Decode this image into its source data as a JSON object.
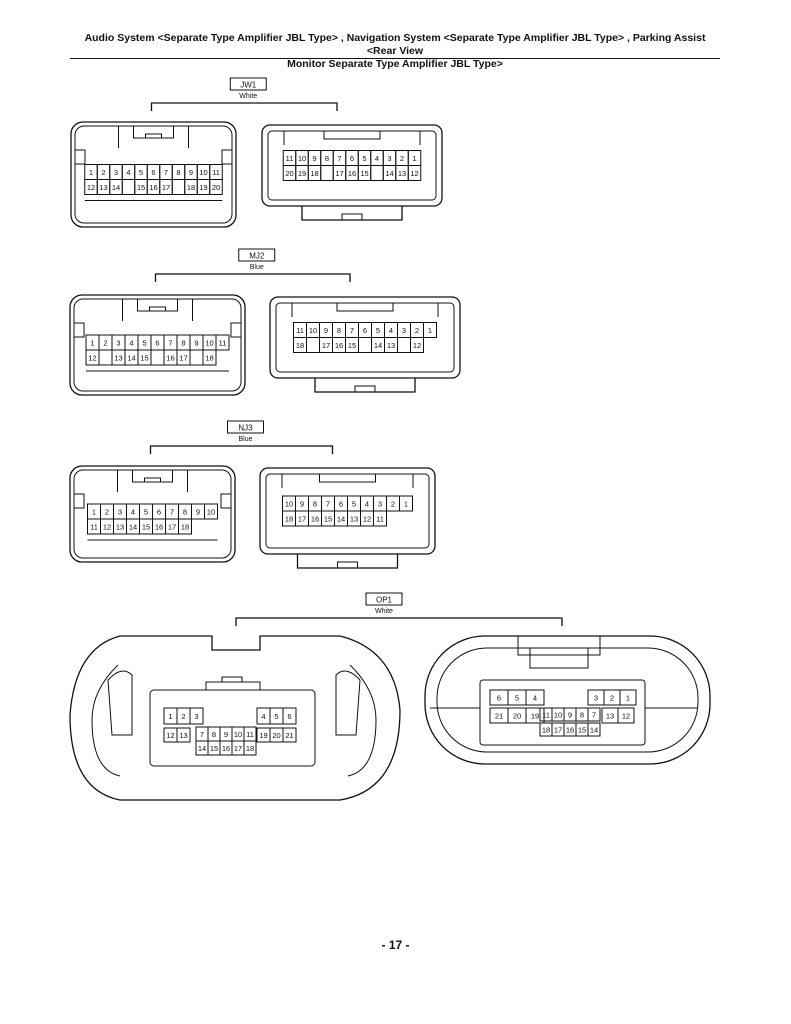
{
  "header": {
    "line1": "Audio System <Separate Type Amplifier JBL Type> , Navigation System <Separate Type Amplifier JBL Type> , Parking Assist <Rear View",
    "line2": "Monitor Separate Type Amplifier JBL Type>"
  },
  "page_number": "- 17 -",
  "connectors": [
    {
      "code": "JW1",
      "color": "White",
      "left_pins": [
        [
          "1",
          "2",
          "3",
          "4",
          "5",
          "6",
          "7",
          "8",
          "9",
          "10",
          "11"
        ],
        [
          "12",
          "13",
          "14",
          "",
          "15",
          "16",
          "17",
          "",
          "18",
          "19",
          "20"
        ]
      ],
      "right_pins": [
        [
          "11",
          "10",
          "9",
          "8",
          "7",
          "6",
          "5",
          "4",
          "3",
          "2",
          "1"
        ],
        [
          "20",
          "19",
          "18",
          "",
          "17",
          "16",
          "15",
          "",
          "14",
          "13",
          "12"
        ]
      ]
    },
    {
      "code": "MJ2",
      "color": "Blue",
      "left_pins": [
        [
          "1",
          "2",
          "3",
          "4",
          "5",
          "6",
          "7",
          "8",
          "9",
          "10",
          "11"
        ],
        [
          "12",
          "",
          "13",
          "14",
          "15",
          "",
          "16",
          "17",
          "",
          "18"
        ]
      ],
      "right_pins": [
        [
          "11",
          "10",
          "9",
          "8",
          "7",
          "6",
          "5",
          "4",
          "3",
          "2",
          "1"
        ],
        [
          "18",
          "",
          "17",
          "16",
          "15",
          "",
          "14",
          "13",
          "",
          "12"
        ]
      ]
    },
    {
      "code": "NJ3",
      "color": "Blue",
      "left_pins": [
        [
          "1",
          "2",
          "3",
          "4",
          "5",
          "6",
          "7",
          "8",
          "9",
          "10"
        ],
        [
          "11",
          "12",
          "13",
          "14",
          "15",
          "16",
          "17",
          "18"
        ]
      ],
      "right_pins": [
        [
          "10",
          "9",
          "8",
          "7",
          "6",
          "5",
          "4",
          "3",
          "2",
          "1"
        ],
        [
          "18",
          "17",
          "16",
          "15",
          "14",
          "13",
          "12",
          "11"
        ]
      ]
    },
    {
      "code": "OP1",
      "color": "White",
      "left_pins": {
        "top_left": [
          "1",
          "2",
          "3"
        ],
        "top_right": [
          "4",
          "5",
          "6"
        ],
        "mid_left": [
          "12",
          "13"
        ],
        "mid_center": [
          "7",
          "8",
          "9",
          "10",
          "11"
        ],
        "mid_right": [
          "19",
          "20",
          "21"
        ],
        "bottom": [
          "14",
          "15",
          "16",
          "17",
          "18"
        ]
      },
      "right_pins": {
        "top_left": [
          "6",
          "5",
          "4"
        ],
        "top_right": [
          "3",
          "2",
          "1"
        ],
        "mid_left": [
          "21",
          "20",
          "19"
        ],
        "mid_center": [
          "11",
          "10",
          "9",
          "8",
          "7"
        ],
        "mid_right": [
          "13",
          "12"
        ],
        "bottom": [
          "18",
          "17",
          "16",
          "15",
          "14"
        ]
      }
    }
  ]
}
